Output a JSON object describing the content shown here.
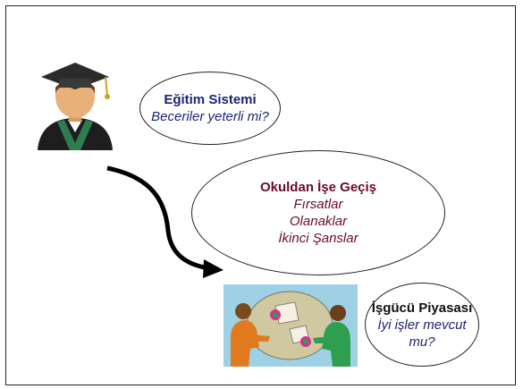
{
  "nodes": [
    {
      "title": "Eğitim Sistemi",
      "lines": [
        "Beceriler yeterli mi?"
      ]
    },
    {
      "title": "Okuldan İşe Geçiş",
      "lines": [
        "Fırsatlar",
        "Olanaklar",
        "İkinci Şanslar"
      ]
    },
    {
      "title": "İşgücü Piyasası",
      "lines": [
        "İyi işler mevcut",
        "mu?"
      ]
    }
  ],
  "colors": {
    "navy": "#1f2470",
    "maroon": "#6b0a2c",
    "gown": "#2e7d4f",
    "skin": "#e8b07a"
  },
  "icons": [
    "graduate-icon",
    "curved-arrow",
    "meeting-table-icon"
  ]
}
